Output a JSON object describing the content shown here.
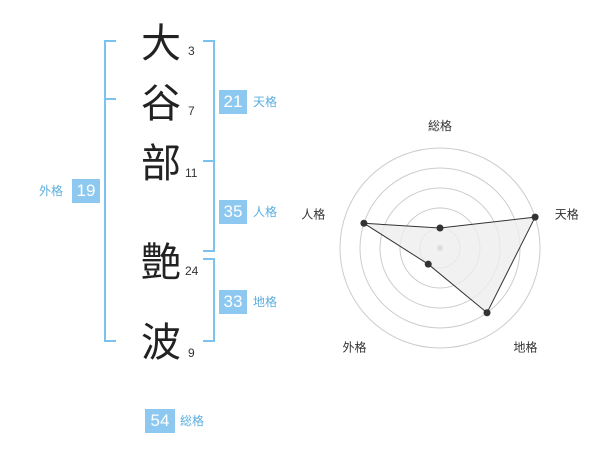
{
  "name_chars": [
    {
      "char": "大",
      "strokes": "3"
    },
    {
      "char": "谷",
      "strokes": "7"
    },
    {
      "char": "部",
      "strokes": "11"
    },
    {
      "char": "艶",
      "strokes": "24"
    },
    {
      "char": "波",
      "strokes": "9"
    }
  ],
  "scores": {
    "tenkaku": {
      "value": "21",
      "label": "天格"
    },
    "jinkaku": {
      "value": "35",
      "label": "人格"
    },
    "chikaku": {
      "value": "33",
      "label": "地格"
    },
    "gaikaku": {
      "value": "19",
      "label": "外格"
    },
    "soukaku": {
      "value": "54",
      "label": "総格"
    }
  },
  "radar": {
    "axes": [
      "総格",
      "天格",
      "地格",
      "外格",
      "人格"
    ],
    "levels": [
      1,
      2,
      3,
      4,
      5
    ],
    "values": [
      1,
      5,
      4,
      1,
      4
    ],
    "max": 5,
    "line_color": "#333333",
    "fill_color": "#eeeeee",
    "grid_color": "#cccccc"
  },
  "colors": {
    "accent": "#8dc8f0",
    "bracket": "#7cc2ee"
  }
}
